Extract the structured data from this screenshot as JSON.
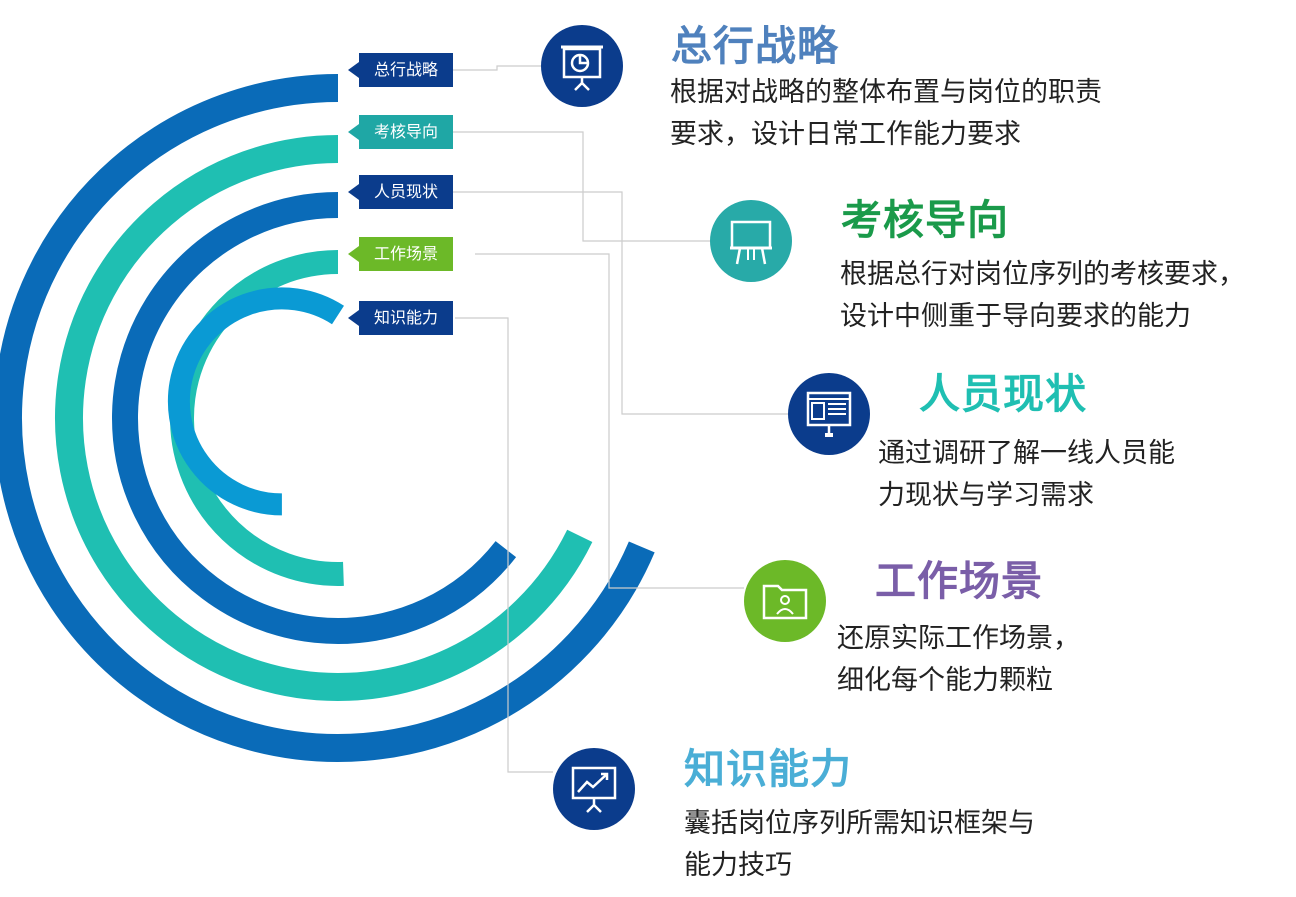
{
  "colors": {
    "blue": "#0a6bb8",
    "teal": "#1fbfb2",
    "light_blue": "#0a9ad4",
    "navy": "#0b3c8c",
    "green": "#6cb928",
    "line": "#cccccc"
  },
  "tags": [
    {
      "label": "总行战略",
      "color": "#0b3c8c"
    },
    {
      "label": "考核导向",
      "color": "#1fa7a5"
    },
    {
      "label": "人员现状",
      "color": "#0b3c8c"
    },
    {
      "label": "工作场景",
      "color": "#6cb928"
    },
    {
      "label": "知识能力",
      "color": "#0b3c8c"
    }
  ],
  "items": [
    {
      "title": "总行战略",
      "title_color": "#4f81bd",
      "icon": "presentation-chart-icon",
      "icon_bg": "#0b3c8c",
      "desc_line1": "根据对战略的整体布置与岗位的职责",
      "desc_line2": "要求，设计日常工作能力要求"
    },
    {
      "title": "考核导向",
      "title_color": "#1a9a4a",
      "icon": "whiteboard-icon",
      "icon_bg": "#28aaa8",
      "desc_line1": "根据总行对岗位序列的考核要求，",
      "desc_line2": "设计中侧重于导向要求的能力"
    },
    {
      "title": "人员现状",
      "title_color": "#1fbfb2",
      "icon": "monitor-icon",
      "icon_bg": "#0b3c8c",
      "desc_line1": "通过调研了解一线人员能",
      "desc_line2": "力现状与学习需求"
    },
    {
      "title": "工作场景",
      "title_color": "#7a5ea8",
      "icon": "folder-user-icon",
      "icon_bg": "#6cb928",
      "desc_line1": "还原实际工作场景，",
      "desc_line2": "细化每个能力颗粒"
    },
    {
      "title": "知识能力",
      "title_color": "#4aaed6",
      "icon": "trend-board-icon",
      "icon_bg": "#0b3c8c",
      "desc_line1": "囊括岗位序列所需知识框架与",
      "desc_line2": "能力技巧"
    }
  ]
}
